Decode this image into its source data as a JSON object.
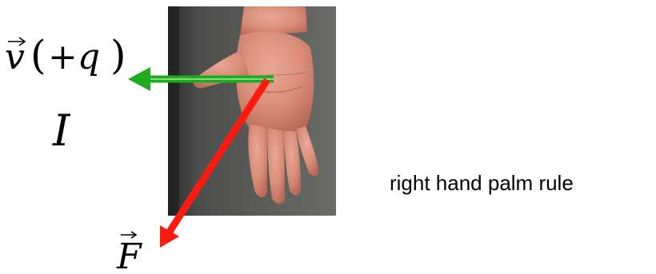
{
  "labels": {
    "velocity_symbol": "v",
    "velocity_charge": "+q",
    "current_symbol": "I",
    "force_symbol": "F",
    "caption": "right hand palm rule"
  },
  "colors": {
    "velocity_arrow": "#1faa1f",
    "force_arrow": "#ff1a10",
    "photo_background": "#5d5f5c",
    "skin": "#d98f7c"
  },
  "photo": {
    "subject": "right-hand-palm-photo"
  }
}
